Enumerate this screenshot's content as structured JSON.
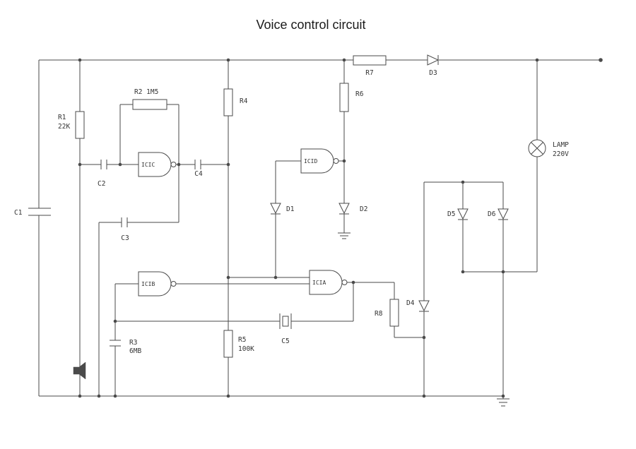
{
  "title": "Voice control circuit",
  "labels": {
    "c1": "C1",
    "r1_name": "R1",
    "r1_value": "22K",
    "r2": "R2 1M5",
    "c2": "C2",
    "c3": "C3",
    "c4": "C4",
    "c5": "C5",
    "r3_name": "R3",
    "r3_value": "6MB",
    "r4": "R4",
    "r5_name": "R5",
    "r5_value": "100K",
    "r6": "R6",
    "r7": "R7",
    "r8": "R8",
    "d1": "D1",
    "d2": "D2",
    "d3": "D3",
    "d4": "D4",
    "d5": "D5",
    "d6": "D6",
    "gate_icic": "ICIC",
    "gate_icid": "ICID",
    "gate_icib": "ICIB",
    "gate_icia": "ICIA",
    "lamp_name": "LAMP",
    "lamp_value": "220V"
  },
  "colors": {
    "wire": "#4a4a4a",
    "label_text": "#333333",
    "title_text": "#1a1a1a",
    "background": "#ffffff"
  }
}
